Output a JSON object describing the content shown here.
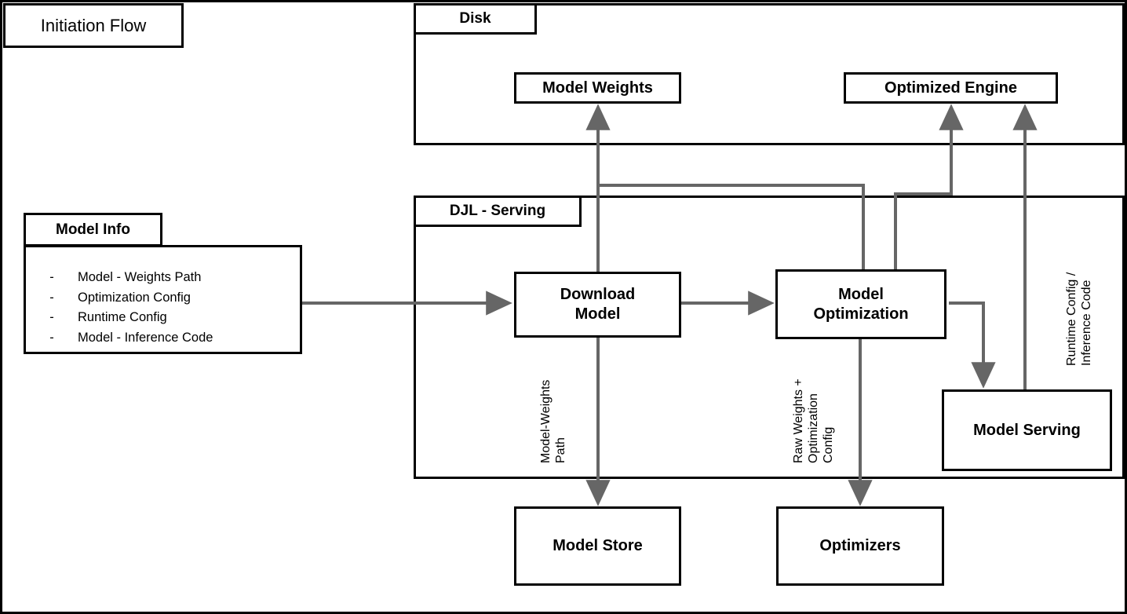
{
  "diagram": {
    "title": "Initiation Flow",
    "accent_line_color": "#666666",
    "border_color": "#000000",
    "background_color": "#ffffff"
  },
  "containers": [
    {
      "id": "disk",
      "label": "Disk"
    },
    {
      "id": "djl_serving",
      "label": "DJL - Serving"
    }
  ],
  "note": {
    "title": "Model Info",
    "dash": "-",
    "items": [
      "Model - Weights Path",
      "Optimization Config",
      "Runtime Config",
      "Model - Inference Code"
    ]
  },
  "nodes": {
    "model_weights": "Model Weights",
    "optimized_engine": "Optimized Engine",
    "download_model": "Download\nModel",
    "download_model_line1": "Download",
    "download_model_line2": "Model",
    "model_optimization_line1": "Model",
    "model_optimization_line2": "Optimization",
    "model_serving": "Model Serving",
    "model_store": "Model Store",
    "optimizers": "Optimizers"
  },
  "edge_labels": {
    "model_weights_path": {
      "line1": "Model-Weights",
      "line2": "Path"
    },
    "raw_weights": {
      "line1": "Raw Weights +",
      "line2": "Optimization",
      "line3": "Config"
    },
    "runtime_config": {
      "line1": "Runtime Config /",
      "line2": "Inference Code"
    }
  }
}
